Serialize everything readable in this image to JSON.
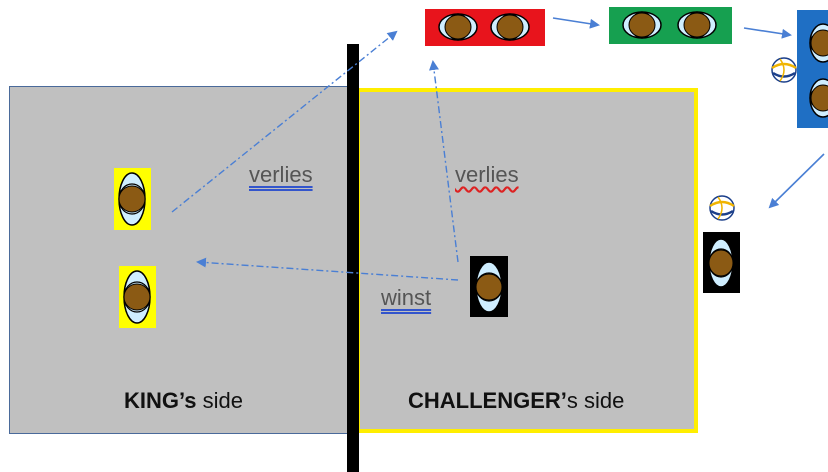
{
  "labels": {
    "king_side_bold": "KING’s",
    "king_side_rest": " side",
    "challenger_side_bold": "CHALLENGER’",
    "challenger_side_rest": "s side",
    "loses_king": "verlies",
    "loses_challenger": "verlies",
    "wins": "winst"
  },
  "colors": {
    "court_fill": "#c0c0c0",
    "court_border": "#4a6a9a",
    "challenger_border": "#ffee00",
    "net": "#000000",
    "arrow": "#4a7fd4",
    "queue_red": "#e8141c",
    "queue_green": "#16a050",
    "queue_blue": "#1f6fc4",
    "king_tile": "#ffff00",
    "challenger_tile": "#000000",
    "waiting_tile": "#000000",
    "player_body": "#8b5a14",
    "player_halo": "#cfeeff"
  },
  "icons": {
    "player": "player-icon",
    "ball": "volleyball-icon"
  }
}
